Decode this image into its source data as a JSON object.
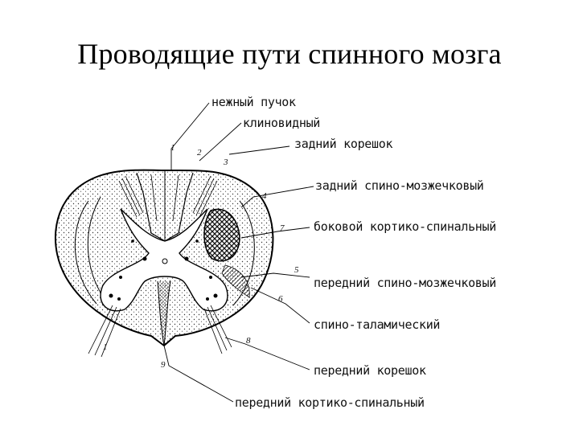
{
  "slide": {
    "title": "Проводящие пути спинного мозга"
  },
  "diagram": {
    "labels": [
      {
        "id": "fasciculus_gracilis",
        "text": "нежный пучок"
      },
      {
        "id": "fasciculus_cuneatus",
        "text": "клиновидный"
      },
      {
        "id": "posterior_root",
        "text": "задний корешок"
      },
      {
        "id": "posterior_spinocerebellar",
        "text": "задний спино-мозжечковый"
      },
      {
        "id": "lateral_corticospinal",
        "text": "боковой кортико-спинальный"
      },
      {
        "id": "anterior_spinocerebellar",
        "text": "передний спино-мозжечковый"
      },
      {
        "id": "spinothalamic",
        "text": "спино-таламический"
      },
      {
        "id": "anterior_root",
        "text": "передний корешок"
      },
      {
        "id": "anterior_corticospinal",
        "text": "передний кортико-спинальный"
      }
    ],
    "numbers": [
      "1",
      "2",
      "3",
      "4",
      "7",
      "5",
      "6",
      "8",
      "9",
      "1"
    ]
  }
}
